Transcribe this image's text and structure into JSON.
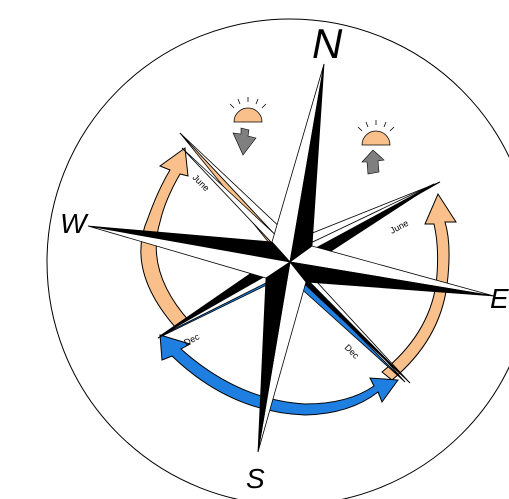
{
  "compass": {
    "north_label": "N",
    "south_label": "S",
    "east_label": "E",
    "west_label": "W"
  },
  "season_labels": {
    "june_sunset": "June",
    "june_sunrise": "June",
    "dec_sunset": "Dec",
    "dec_sunrise": "Dec"
  },
  "icons": {
    "sunset_icon": "sun-setting-icon",
    "sunrise_icon": "sun-rising-icon",
    "down_arrow": "arrow-down-icon",
    "up_arrow": "arrow-up-icon"
  },
  "colors": {
    "summer_arrow": "#F9C08B",
    "winter_arrow": "#1E7FE0",
    "rose_dark": "#000000",
    "rose_light": "#ffffff",
    "sun": "#F9C08B",
    "gray_arrow": "#7f7f7f"
  }
}
